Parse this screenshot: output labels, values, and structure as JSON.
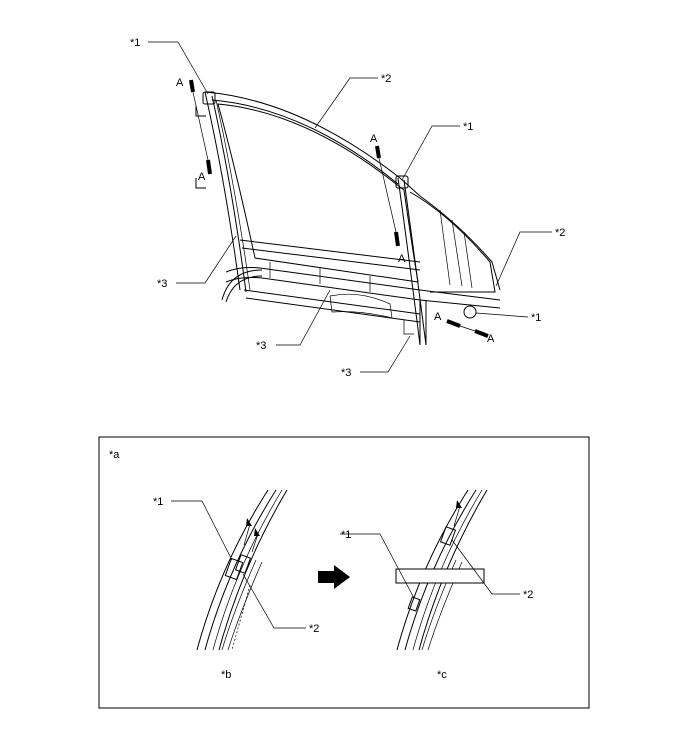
{
  "callouts": {
    "top_left_1": "*1",
    "top_2": "*2",
    "mid_1": "*1",
    "right_2": "*2",
    "right_1": "*1",
    "left_3": "*3",
    "bottom_3a": "*3",
    "bottom_3b": "*3",
    "a_upper_left": "A",
    "a_lower_left": "A",
    "a_upper_mid": "A",
    "a_lower_mid": "A",
    "a_right_1": "A",
    "a_right_2": "A"
  },
  "detail": {
    "box_label": "*a",
    "left_view": {
      "label_1": "*1",
      "label_2": "*2",
      "caption": "*b"
    },
    "right_view": {
      "label_1": "*1",
      "label_2": "*2",
      "caption": "*c"
    }
  },
  "icons": {
    "arrow": "right-arrow-icon"
  }
}
